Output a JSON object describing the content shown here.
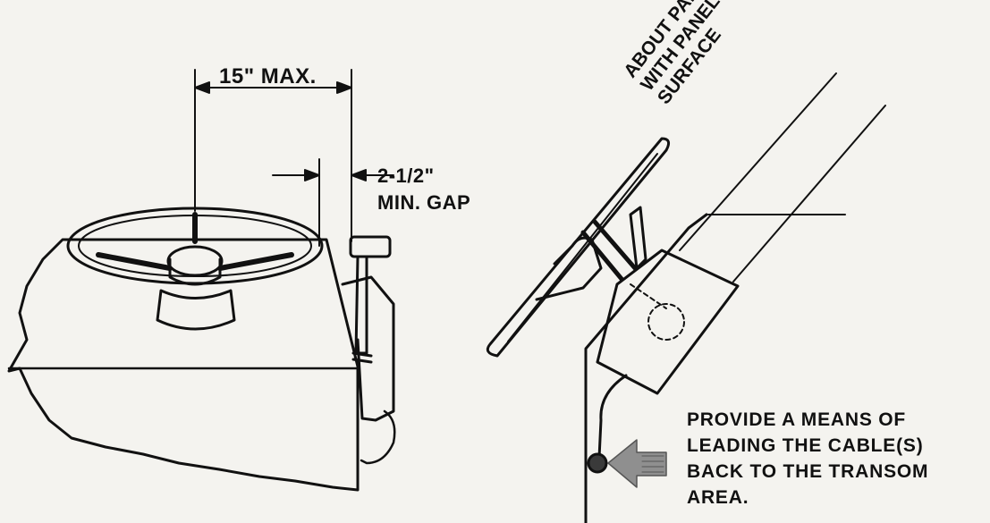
{
  "left_figure": {
    "dimension_max": "15\" MAX.",
    "dimension_gap": {
      "value": "2-1/2\"",
      "label": "MIN. GAP"
    }
  },
  "right_figure": {
    "orientation_label": [
      "ABOUT PARALLEL",
      "WITH PANEL",
      "SURFACE"
    ],
    "note_lines": [
      "PROVIDE A MEANS OF",
      "LEADING THE CABLE(S)",
      "BACK TO THE TRANSOM",
      "AREA."
    ]
  }
}
